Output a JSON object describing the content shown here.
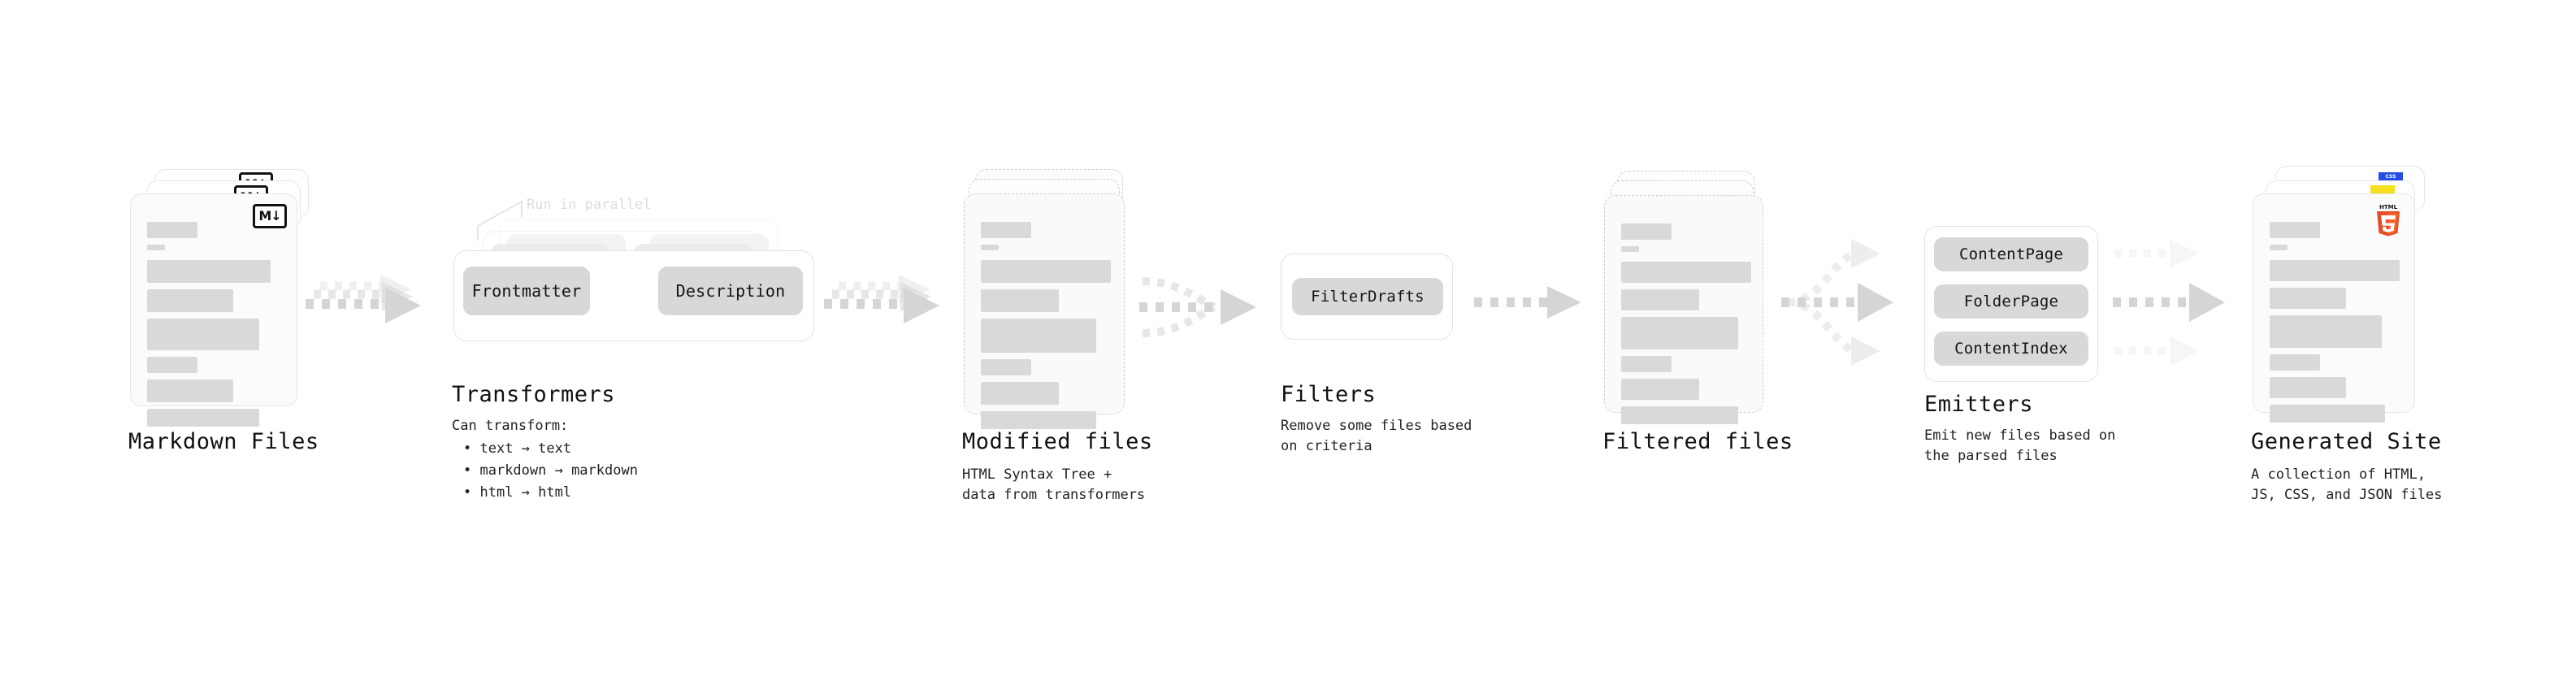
{
  "diagram": {
    "title_semantic": "quartz-build-pipeline",
    "colors": {
      "bar": "#d9d9d9",
      "chip": "#d8d8d8",
      "card_border": "#e6e6e6",
      "dashed_border": "#cfcfcf",
      "arrow": "#d5d5d5",
      "text": "#111111",
      "ghost_text": "#dcdcdc",
      "html5_orange": "#e44d26",
      "css_blue": "#264de4",
      "js_yellow": "#f7df1e"
    }
  },
  "stages": [
    {
      "id": "markdown-files",
      "title": "Markdown Files",
      "subtitle": "",
      "icon": "markdown-badge",
      "icon_text": "M↓",
      "kind": "document-stack"
    },
    {
      "id": "transformers",
      "title": "Transformers",
      "subtitle": "Can transform:",
      "annotation": "Run in parallel",
      "kind": "group",
      "bullets": [
        "text → text",
        "markdown → markdown",
        "html → html"
      ],
      "chips": [
        "Frontmatter",
        "Description"
      ]
    },
    {
      "id": "modified-files",
      "title": "Modified files",
      "subtitle": "HTML Syntax Tree +\ndata from transformers",
      "kind": "document-stack-dashed"
    },
    {
      "id": "filters",
      "title": "Filters",
      "subtitle": "Remove some files based\non criteria",
      "kind": "group",
      "chips": [
        "FilterDrafts"
      ]
    },
    {
      "id": "filtered-files",
      "title": "Filtered files",
      "subtitle": "",
      "kind": "document-stack-dashed"
    },
    {
      "id": "emitters",
      "title": "Emitters",
      "subtitle": "Emit new files based on\nthe parsed files",
      "kind": "group",
      "chips": [
        "ContentPage",
        "FolderPage",
        "ContentIndex"
      ]
    },
    {
      "id": "generated-site",
      "title": "Generated Site",
      "subtitle": "A collection of HTML,\nJS, CSS, and JSON files",
      "kind": "document-stack",
      "icons": [
        "css-badge",
        "js-badge",
        "html5-badge"
      ],
      "icon_texts": {
        "css": "CSS",
        "html5": "HTML"
      }
    }
  ]
}
